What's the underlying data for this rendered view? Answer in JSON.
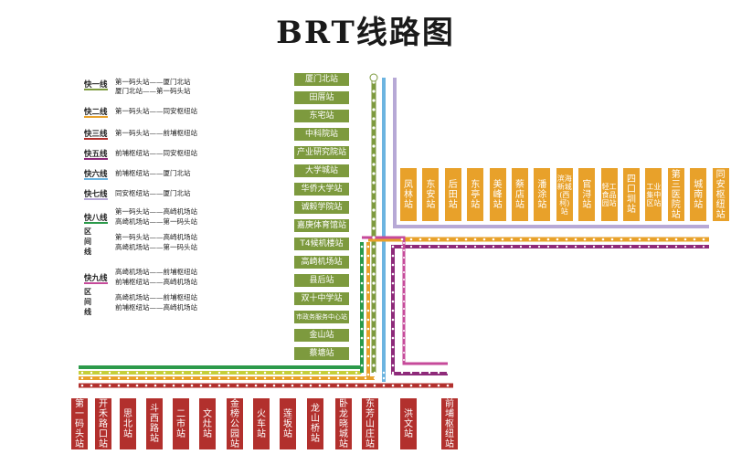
{
  "title": "BRT线路图",
  "legend": [
    {
      "name": "快一线",
      "color": "#7d9a3e",
      "desc": [
        "第一码头站——厦门北站",
        "厦门北站——第一码头站"
      ]
    },
    {
      "name": "快二线",
      "color": "#e8a12a",
      "desc": [
        "第一码头站——同安枢纽站"
      ]
    },
    {
      "name": "快三线",
      "color": "#b2302d",
      "desc": [
        "第一码头站——前埔枢纽站"
      ]
    },
    {
      "name": "快五线",
      "color": "#8e2a7a",
      "desc": [
        "前埔枢纽站——同安枢纽站"
      ]
    },
    {
      "name": "快六线",
      "color": "#6cb4e0",
      "desc": [
        "前埔枢纽站——厦门北站"
      ]
    },
    {
      "name": "快七线",
      "color": "#b7a9d6",
      "desc": [
        "同安枢纽站——厦门北站"
      ]
    },
    {
      "name": "快八线",
      "sub": "区间线",
      "color": "#2b9a4a",
      "desc": [
        "第一码头站——高崎机场站",
        "高崎机场站——第一码头站",
        "第一码头站——高崎机场站",
        "高崎机场站——第一码头站"
      ]
    },
    {
      "name": "快九线",
      "sub": "区间线",
      "color": "#c64a9a",
      "desc": [
        "高崎机场站——前埔枢纽站",
        "前埔枢纽站——高崎机场站",
        "高崎机场站——前埔枢纽站",
        "前埔枢纽站——高崎机场站"
      ]
    }
  ],
  "vertical_stations": [
    "厦门北站",
    "田厝站",
    "东宅站",
    "中科院站",
    "产业研究院站",
    "大学城站",
    "华侨大学站",
    "诚毅学院站",
    "嘉庚体育馆站",
    "T4候机楼站",
    "高崎机场站",
    "县后站",
    "双十中学站",
    "市政务服务中心站",
    "金山站",
    "蔡塘站"
  ],
  "east_stations": [
    "凤林站",
    "东安站",
    "后田站",
    "东亭站",
    "美峰站",
    "蔡店站",
    "潘涂站",
    "滨海新城(西柯)站",
    "官浔站",
    "轻工食品园站",
    "四口圳站",
    "工业集中区站",
    "第三医院站",
    "城南站",
    "同安枢纽站"
  ],
  "bottom_stations": [
    "第一码头站",
    "开禾路口站",
    "思北站",
    "斗西路站",
    "二市站",
    "文灶站",
    "金榜公园站",
    "火车站",
    "莲坂站",
    "龙山桥站",
    "卧龙晓城站",
    "东芳山庄站",
    "洪文站",
    "前埔枢纽站"
  ]
}
